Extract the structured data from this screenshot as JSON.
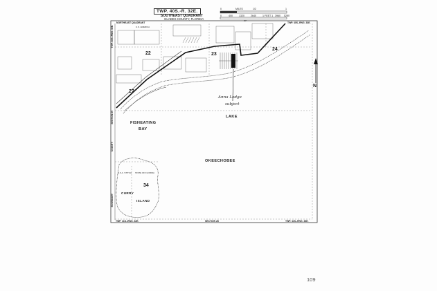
{
  "map": {
    "title": "TWP. 40S.-R. 32E.",
    "quadrant": "SOUTHEAST QUADRANT",
    "county": "GLADES COUNTY, FLORIDA",
    "scale_label": "MILES",
    "scale_marks": [
      "0",
      "1/2",
      "1"
    ],
    "scale_feet_marks": [
      "0",
      "400",
      "1320",
      "2640",
      "3960",
      "5280"
    ],
    "scale_feet_label": "1 FEET 1",
    "corner_labels": {
      "northeast_quadrant": "NORTHEAST QUADRANT",
      "top_right": "TWP. 40S.-RNG. 33E.",
      "bottom_left": "TWP. 41S.-RNG. 32E.",
      "bottom_right": "TWP. 41S.-RNG. 33E.",
      "top_left_side": "TWP. 40S.-RNG. 32E."
    },
    "side_labels": {
      "left_lower": "BOUNDARY",
      "left_mid": "COUNTY",
      "left_upper": "SECTION 29",
      "bottom_center": "SECTION 28"
    },
    "sections": [
      "22",
      "23",
      "24",
      "27",
      "34"
    ],
    "water_labels": [
      "FISHEATING",
      "BAY",
      "LAKE",
      "OKEECHOBEE"
    ],
    "place_labels": [
      "CURRY",
      "ISLAND"
    ],
    "small_labels": [
      "U.S. AMERICA",
      "STATE OF FLORIDA",
      "S.K.A. STITCH",
      "OF"
    ],
    "handwritten": [
      "Anna Lodge",
      "subject"
    ],
    "north_arrow": "N",
    "page_number": "109"
  },
  "colors": {
    "ink": "#222222",
    "paper": "#fdfdfd"
  }
}
